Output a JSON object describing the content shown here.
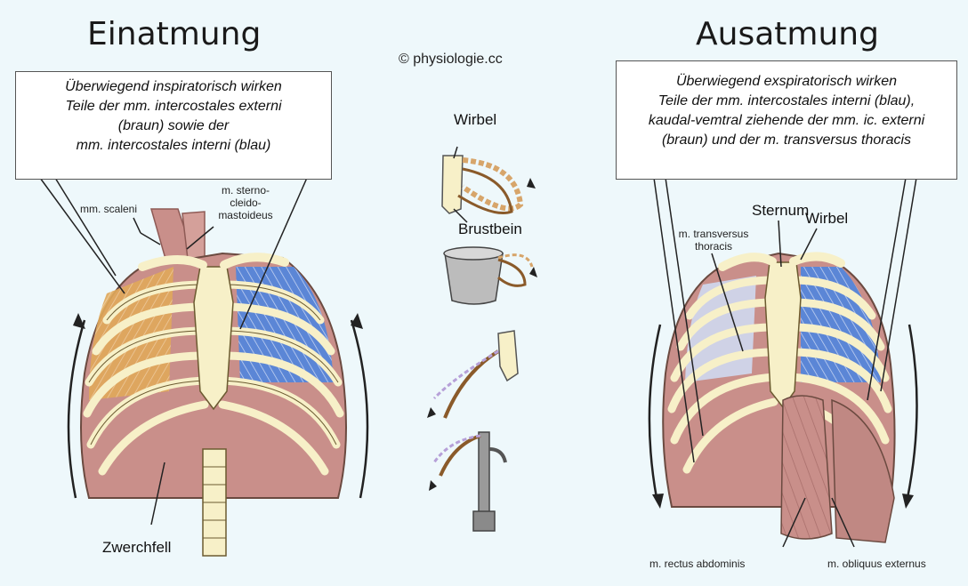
{
  "left": {
    "title": "Einatmung",
    "box_lines": [
      "Überwiegend inspiratorisch wirken",
      "Teile der mm. intercostales externi",
      "(braun) sowie der",
      "mm. intercostales interni (blau)"
    ],
    "labels": {
      "scaleni": "mm. scaleni",
      "sterno1": "m. sterno-",
      "sterno2": "cleido-",
      "sterno3": "mastoideus",
      "zwerchfell": "Zwerchfell"
    }
  },
  "center": {
    "copyright": "© physiologie.cc",
    "wirbel": "Wirbel",
    "brustbein": "Brustbein"
  },
  "right": {
    "title": "Ausatmung",
    "box_lines": [
      "Überwiegend exspiratorisch wirken",
      "Teile der mm. intercostales interni (blau),",
      "kaudal-vemtral ziehende der mm. ic. externi",
      "(braun) und der m. transversus thoracis"
    ],
    "labels": {
      "sternum": "Sternum",
      "wirbel": "Wirbel",
      "transversus1": "m. transversus",
      "transversus2": "thoracis",
      "rectus": "m. rectus abdominis",
      "obliquus": "m. obliquus externus"
    }
  },
  "colors": {
    "background": "#eef8fb",
    "bone": "#f7f0c8",
    "muscle": "#c98f8a",
    "externi_brown": "#e0a85a",
    "interni_blue": "#5b86d6"
  }
}
